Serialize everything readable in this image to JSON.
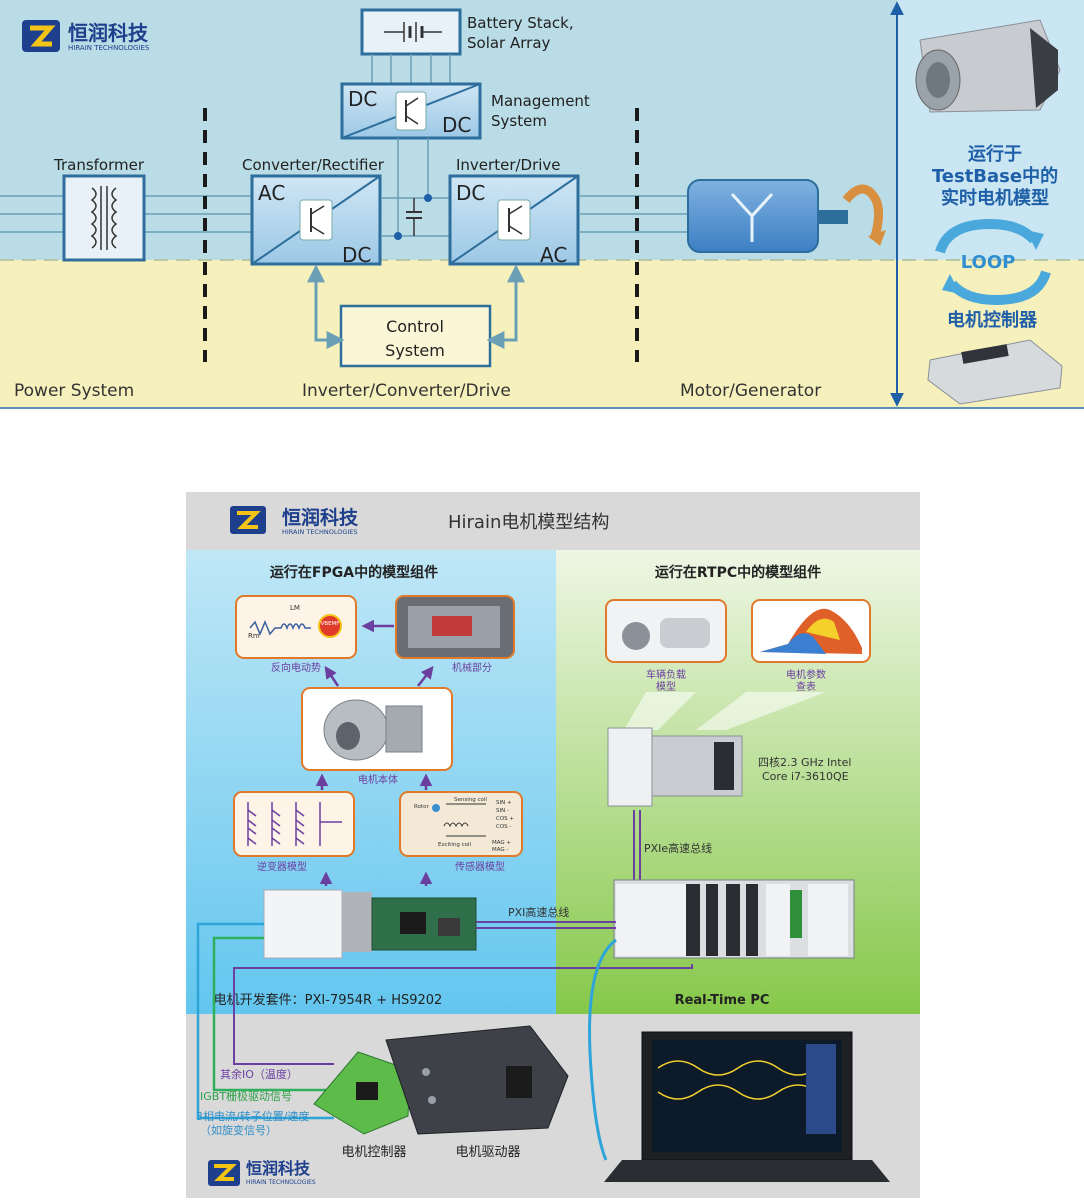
{
  "top": {
    "logo": {
      "cn": "恒润科技",
      "en": "HIRAIN TECHNOLOGIES"
    },
    "battery_label_1": "Battery Stack,",
    "battery_label_2": "Solar Array",
    "bms_label_1": "Management",
    "bms_label_2": "System",
    "dc": "DC",
    "ac": "AC",
    "transformer": "Transformer",
    "converter": "Converter/Rectifier",
    "inverter": "Inverter/Drive",
    "control_1": "Control",
    "control_2": "System",
    "power_system": "Power System",
    "icd": "Inverter/Converter/Drive",
    "motor_gen": "Motor/Generator",
    "right_1": "运行于",
    "right_2": "TestBase中的",
    "right_3": "实时电机模型",
    "loop": "LOOP",
    "controller": "电机控制器"
  },
  "bottom": {
    "logo": {
      "cn": "恒润科技",
      "en": "HIRAIN TECHNOLOGIES"
    },
    "title": "Hirain电机模型结构",
    "fpga_title": "运行在FPGA中的模型组件",
    "rtpc_title": "运行在RTPC中的模型组件",
    "lm": "LM",
    "rm": "Rm",
    "vbemf": "VBEMF",
    "back_emf": "反向电动势",
    "mech": "机械部分",
    "motor_body": "电机本体",
    "inverter_model": "逆变器模型",
    "sensor_model": "传感器模型",
    "sensing_coil": "Sensing coil",
    "exciting_coil": "Exciting coil",
    "rotor": "Rotor",
    "sin_p": "SIN +",
    "sin_m": "SIN -",
    "cos_p": "COS +",
    "cos_m": "COS -",
    "mag_p": "MAG +",
    "mag_m": "MAG -",
    "vehicle_load_1": "车辆负载",
    "vehicle_load_2": "模型",
    "param_1": "电机参数",
    "param_2": "查表",
    "cpu_1": "四核2.3 GHz Intel",
    "cpu_2": "Core i7-3610QE",
    "pxie_bus": "PXIe高速总线",
    "pxi_bus": "PXI高速总线",
    "kit": "电机开发套件：PXI-7954R + HS9202",
    "rtpc": "Real-Time PC",
    "io": "其余IO（温度）",
    "igbt": "IGBT栅极驱动信号",
    "sig_1": "3相电流/转子位置/速度",
    "sig_2": "（如旋变信号）",
    "ecu": "电机控制器",
    "driver": "电机驱动器"
  }
}
